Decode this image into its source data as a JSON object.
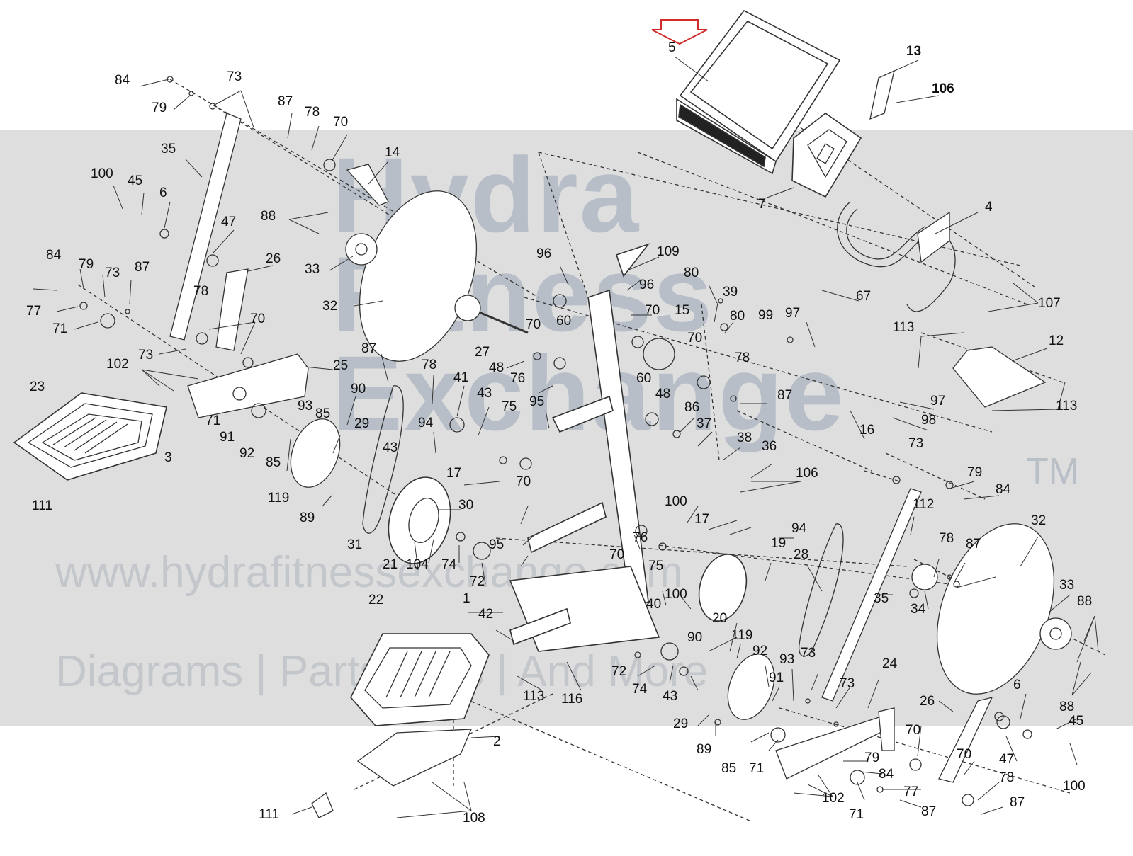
{
  "watermark": {
    "brand_line1": "Hydra",
    "brand_line2": "Fitness",
    "brand_line3": "Exchange",
    "trademark": "TM",
    "url": "www.hydrafitnessexchange.com",
    "tagline": "Diagrams | Parts Lists | And More"
  },
  "colors": {
    "line": "#333333",
    "watermark_band": "#d8d8d8",
    "watermark_text": "#aab4c1",
    "highlight_arrow": "#d22b2b"
  },
  "highlight": {
    "part": "5",
    "icon": "down-arrow-icon"
  },
  "callouts": [
    {
      "id": "c-5",
      "text": "5"
    },
    {
      "id": "c-13",
      "text": "13"
    },
    {
      "id": "c-106a",
      "text": "106"
    },
    {
      "id": "c-84a",
      "text": "84"
    },
    {
      "id": "c-73a",
      "text": "73"
    },
    {
      "id": "c-79a",
      "text": "79"
    },
    {
      "id": "c-87a",
      "text": "87"
    },
    {
      "id": "c-78a",
      "text": "78"
    },
    {
      "id": "c-70a",
      "text": "70"
    },
    {
      "id": "c-35a",
      "text": "35"
    },
    {
      "id": "c-14",
      "text": "14"
    },
    {
      "id": "c-100a",
      "text": "100"
    },
    {
      "id": "c-45a",
      "text": "45"
    },
    {
      "id": "c-6a",
      "text": "6"
    },
    {
      "id": "c-7",
      "text": "7"
    },
    {
      "id": "c-4",
      "text": "4"
    },
    {
      "id": "c-47a",
      "text": "47"
    },
    {
      "id": "c-88a",
      "text": "88"
    },
    {
      "id": "c-26a",
      "text": "26"
    },
    {
      "id": "c-33a",
      "text": "33"
    },
    {
      "id": "c-96a",
      "text": "96"
    },
    {
      "id": "c-109",
      "text": "109"
    },
    {
      "id": "c-84b",
      "text": "84"
    },
    {
      "id": "c-79b",
      "text": "79"
    },
    {
      "id": "c-73b",
      "text": "73"
    },
    {
      "id": "c-87b",
      "text": "87"
    },
    {
      "id": "c-80a",
      "text": "80"
    },
    {
      "id": "c-39",
      "text": "39"
    },
    {
      "id": "c-67",
      "text": "67"
    },
    {
      "id": "c-107",
      "text": "107"
    },
    {
      "id": "c-77a",
      "text": "77"
    },
    {
      "id": "c-78b",
      "text": "78"
    },
    {
      "id": "c-32a",
      "text": "32"
    },
    {
      "id": "c-96b",
      "text": "96"
    },
    {
      "id": "c-70b",
      "text": "70"
    },
    {
      "id": "c-15",
      "text": "15"
    },
    {
      "id": "c-80b",
      "text": "80"
    },
    {
      "id": "c-99",
      "text": "99"
    },
    {
      "id": "c-97a",
      "text": "97"
    },
    {
      "id": "c-71a",
      "text": "71"
    },
    {
      "id": "c-70c",
      "text": "70"
    },
    {
      "id": "c-70d",
      "text": "70"
    },
    {
      "id": "c-60a",
      "text": "60"
    },
    {
      "id": "c-113a",
      "text": "113"
    },
    {
      "id": "c-12",
      "text": "12"
    },
    {
      "id": "c-27",
      "text": "27"
    },
    {
      "id": "c-70e",
      "text": "70"
    },
    {
      "id": "c-73c",
      "text": "73"
    },
    {
      "id": "c-87c",
      "text": "87"
    },
    {
      "id": "c-48a",
      "text": "48"
    },
    {
      "id": "c-78c",
      "text": "78"
    },
    {
      "id": "c-102a",
      "text": "102"
    },
    {
      "id": "c-25",
      "text": "25"
    },
    {
      "id": "c-23",
      "text": "23"
    },
    {
      "id": "c-76a",
      "text": "76"
    },
    {
      "id": "c-60b",
      "text": "60"
    },
    {
      "id": "c-87d",
      "text": "87"
    },
    {
      "id": "c-97b",
      "text": "97"
    },
    {
      "id": "c-113b",
      "text": "113"
    },
    {
      "id": "c-78d",
      "text": "78"
    },
    {
      "id": "c-41",
      "text": "41"
    },
    {
      "id": "c-90a",
      "text": "90"
    },
    {
      "id": "c-43a",
      "text": "43"
    },
    {
      "id": "c-95a",
      "text": "95"
    },
    {
      "id": "c-48b",
      "text": "48"
    },
    {
      "id": "c-86",
      "text": "86"
    },
    {
      "id": "c-98",
      "text": "98"
    },
    {
      "id": "c-93a",
      "text": "93"
    },
    {
      "id": "c-85a",
      "text": "85"
    },
    {
      "id": "c-71b",
      "text": "71"
    },
    {
      "id": "c-75a",
      "text": "75"
    },
    {
      "id": "c-16",
      "text": "16"
    },
    {
      "id": "c-37",
      "text": "37"
    },
    {
      "id": "c-3",
      "text": "3"
    },
    {
      "id": "c-29a",
      "text": "29"
    },
    {
      "id": "c-94a",
      "text": "94"
    },
    {
      "id": "c-91a",
      "text": "91"
    },
    {
      "id": "c-92a",
      "text": "92"
    },
    {
      "id": "c-38",
      "text": "38"
    },
    {
      "id": "c-73d",
      "text": "73"
    },
    {
      "id": "c-36",
      "text": "36"
    },
    {
      "id": "c-85b",
      "text": "85"
    },
    {
      "id": "c-70f",
      "text": "70"
    },
    {
      "id": "c-43b",
      "text": "43"
    },
    {
      "id": "c-17a",
      "text": "17"
    },
    {
      "id": "c-106b",
      "text": "106"
    },
    {
      "id": "c-79c",
      "text": "79"
    },
    {
      "id": "c-84c",
      "text": "84"
    },
    {
      "id": "c-111a",
      "text": "111"
    },
    {
      "id": "c-119a",
      "text": "119"
    },
    {
      "id": "c-30",
      "text": "30"
    },
    {
      "id": "c-112",
      "text": "112"
    },
    {
      "id": "c-100b",
      "text": "100"
    },
    {
      "id": "c-89a",
      "text": "89"
    },
    {
      "id": "c-17b",
      "text": "17"
    },
    {
      "id": "c-94b",
      "text": "94"
    },
    {
      "id": "c-32b",
      "text": "32"
    },
    {
      "id": "c-31",
      "text": "31"
    },
    {
      "id": "c-95b",
      "text": "95"
    },
    {
      "id": "c-76b",
      "text": "76"
    },
    {
      "id": "c-78e",
      "text": "78"
    },
    {
      "id": "c-87e",
      "text": "87"
    },
    {
      "id": "c-19",
      "text": "19"
    },
    {
      "id": "c-28",
      "text": "28"
    },
    {
      "id": "c-21",
      "text": "21"
    },
    {
      "id": "c-104",
      "text": "104"
    },
    {
      "id": "c-74a",
      "text": "74"
    },
    {
      "id": "c-70g",
      "text": "70"
    },
    {
      "id": "c-75b",
      "text": "75"
    },
    {
      "id": "c-72a",
      "text": "72"
    },
    {
      "id": "c-33b",
      "text": "33"
    },
    {
      "id": "c-100c",
      "text": "100"
    },
    {
      "id": "c-1",
      "text": "1"
    },
    {
      "id": "c-35b",
      "text": "35"
    },
    {
      "id": "c-34",
      "text": "34"
    },
    {
      "id": "c-40",
      "text": "40"
    },
    {
      "id": "c-88b",
      "text": "88"
    },
    {
      "id": "c-20",
      "text": "20"
    },
    {
      "id": "c-42",
      "text": "42"
    },
    {
      "id": "c-22",
      "text": "22"
    },
    {
      "id": "c-90b",
      "text": "90"
    },
    {
      "id": "c-119b",
      "text": "119"
    },
    {
      "id": "c-92b",
      "text": "92"
    },
    {
      "id": "c-93b",
      "text": "93"
    },
    {
      "id": "c-73e",
      "text": "73"
    },
    {
      "id": "c-72b",
      "text": "72"
    },
    {
      "id": "c-24",
      "text": "24"
    },
    {
      "id": "c-113c",
      "text": "113"
    },
    {
      "id": "c-116",
      "text": "116"
    },
    {
      "id": "c-74b",
      "text": "74"
    },
    {
      "id": "c-43c",
      "text": "43"
    },
    {
      "id": "c-6b",
      "text": "6"
    },
    {
      "id": "c-91b",
      "text": "91"
    },
    {
      "id": "c-73f",
      "text": "73"
    },
    {
      "id": "c-88c",
      "text": "88"
    },
    {
      "id": "c-26b",
      "text": "26"
    },
    {
      "id": "c-29b",
      "text": "29"
    },
    {
      "id": "c-45b",
      "text": "45"
    },
    {
      "id": "c-70h",
      "text": "70"
    },
    {
      "id": "c-89b",
      "text": "89"
    },
    {
      "id": "c-2",
      "text": "2"
    },
    {
      "id": "c-79d",
      "text": "79"
    },
    {
      "id": "c-70i",
      "text": "70"
    },
    {
      "id": "c-47b",
      "text": "47"
    },
    {
      "id": "c-85c",
      "text": "85"
    },
    {
      "id": "c-71c",
      "text": "71"
    },
    {
      "id": "c-84d",
      "text": "84"
    },
    {
      "id": "c-78f",
      "text": "78"
    },
    {
      "id": "c-77b",
      "text": "77"
    },
    {
      "id": "c-100d",
      "text": "100"
    },
    {
      "id": "c-102b",
      "text": "102"
    },
    {
      "id": "c-87f",
      "text": "87"
    },
    {
      "id": "c-111b",
      "text": "111"
    },
    {
      "id": "c-108",
      "text": "108"
    },
    {
      "id": "c-71d",
      "text": "71"
    },
    {
      "id": "c-87g",
      "text": "87"
    }
  ]
}
